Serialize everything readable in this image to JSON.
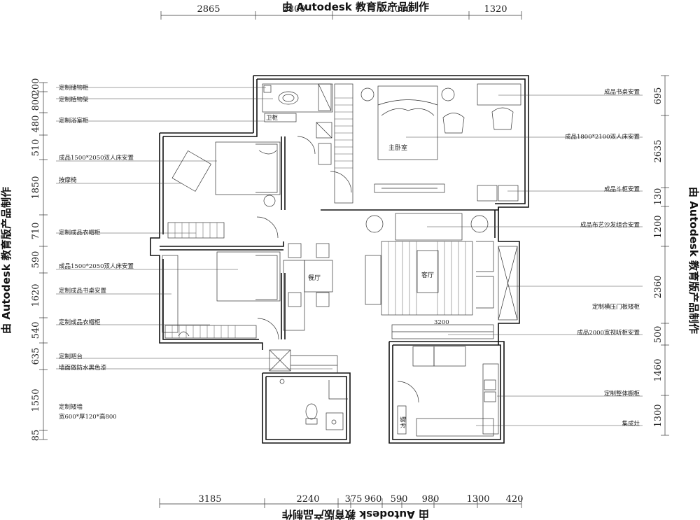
{
  "watermarks": {
    "top": "由 Autodesk 教育版产品制作",
    "bottom": "由 Autodesk 教育版产品制作",
    "left": "由 Autodesk 教育版产品制作",
    "right": "由 Autodesk 教育版产品制作"
  },
  "dims": {
    "top": [
      "2865",
      "2800",
      "4000",
      "1320"
    ],
    "bottom": [
      "3185",
      "2240",
      "375",
      "960",
      "590",
      "980",
      "1300",
      "420"
    ],
    "left": [
      "200",
      "800",
      "480",
      "510",
      "1850",
      "710",
      "590",
      "1620",
      "540",
      "635",
      "1550",
      "85"
    ],
    "right": [
      "695",
      "2635",
      "130",
      "1200",
      "2360",
      "500",
      "1460",
      "1300"
    ],
    "inner": "3200"
  },
  "rooms": {
    "master": "主卧室",
    "dining": "餐厅",
    "living": "客厅",
    "small_label": "卫柜",
    "cabinet_tag": "冰箱"
  },
  "labels_left": [
    "定制储物柜",
    "定制植物架",
    "定制浴室柜",
    "成品1500*2050双人床安置",
    "按摩椅",
    "定制成品衣帽柜",
    "成品1500*2050双人床安置",
    "定制成品书桌安置",
    "定制成品衣帽柜",
    "定制吧台",
    "墙面做防水黑色漆",
    "定制矮墙",
    "宽600*厚120*高800"
  ],
  "labels_right": [
    "成品书桌安置",
    "成品1800*2100双人床安置",
    "成品斗柜安置",
    "成品布艺沙发组合安置",
    "定制横压门板矮柜",
    "成品2000宽视听柜安置",
    "定制整体橱柜",
    "集成灶"
  ]
}
